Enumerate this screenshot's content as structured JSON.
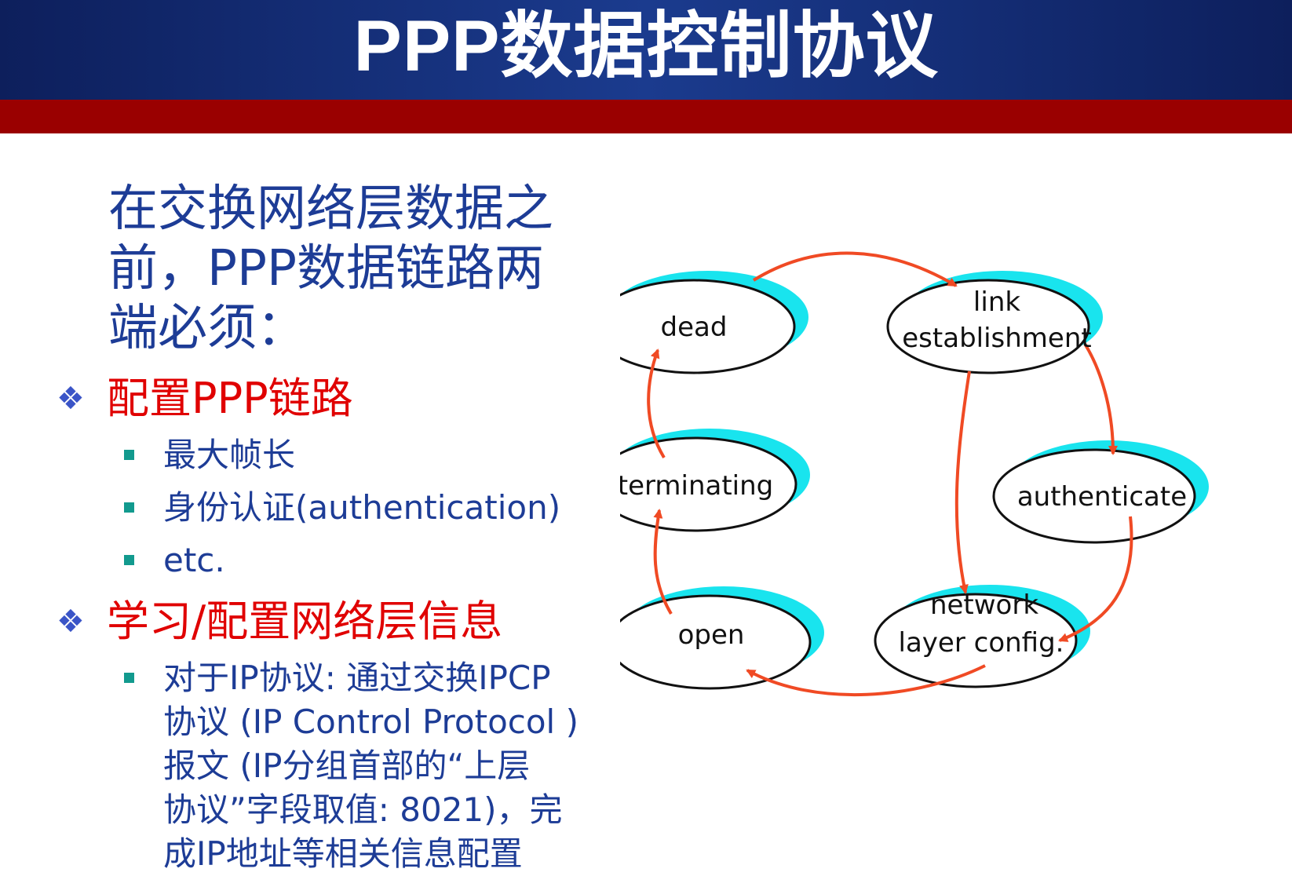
{
  "title": "PPP数据控制协议",
  "intro": {
    "lines": [
      "在交换网络层数据之",
      "前，PPP数据链路两",
      "端必须："
    ]
  },
  "section1": {
    "bullet": "❖",
    "heading": "配置PPP链路",
    "items": [
      "最大帧长",
      "身份认证(authentication)",
      "etc."
    ]
  },
  "section2": {
    "bullet": "❖",
    "heading": "学习/配置网络层信息",
    "item_lines": [
      "对于IP协议: 通过交换IPCP",
      "协议 (IP Control Protocol )",
      "报文 (IP分组首部的“上层",
      "协议”字段取值: 8021)，完",
      "成IP地址等相关信息配置"
    ]
  },
  "diagram": {
    "states": {
      "dead": "dead",
      "link_1": "link",
      "link_2": "establishment",
      "authenticate": "authenticate",
      "network_1": "network",
      "network_2": "layer  config.",
      "open": "open",
      "terminating": "terminating"
    },
    "colors": {
      "arrow": "#f04a24",
      "shadow": "#19e4ee",
      "outline": "#111111"
    }
  }
}
